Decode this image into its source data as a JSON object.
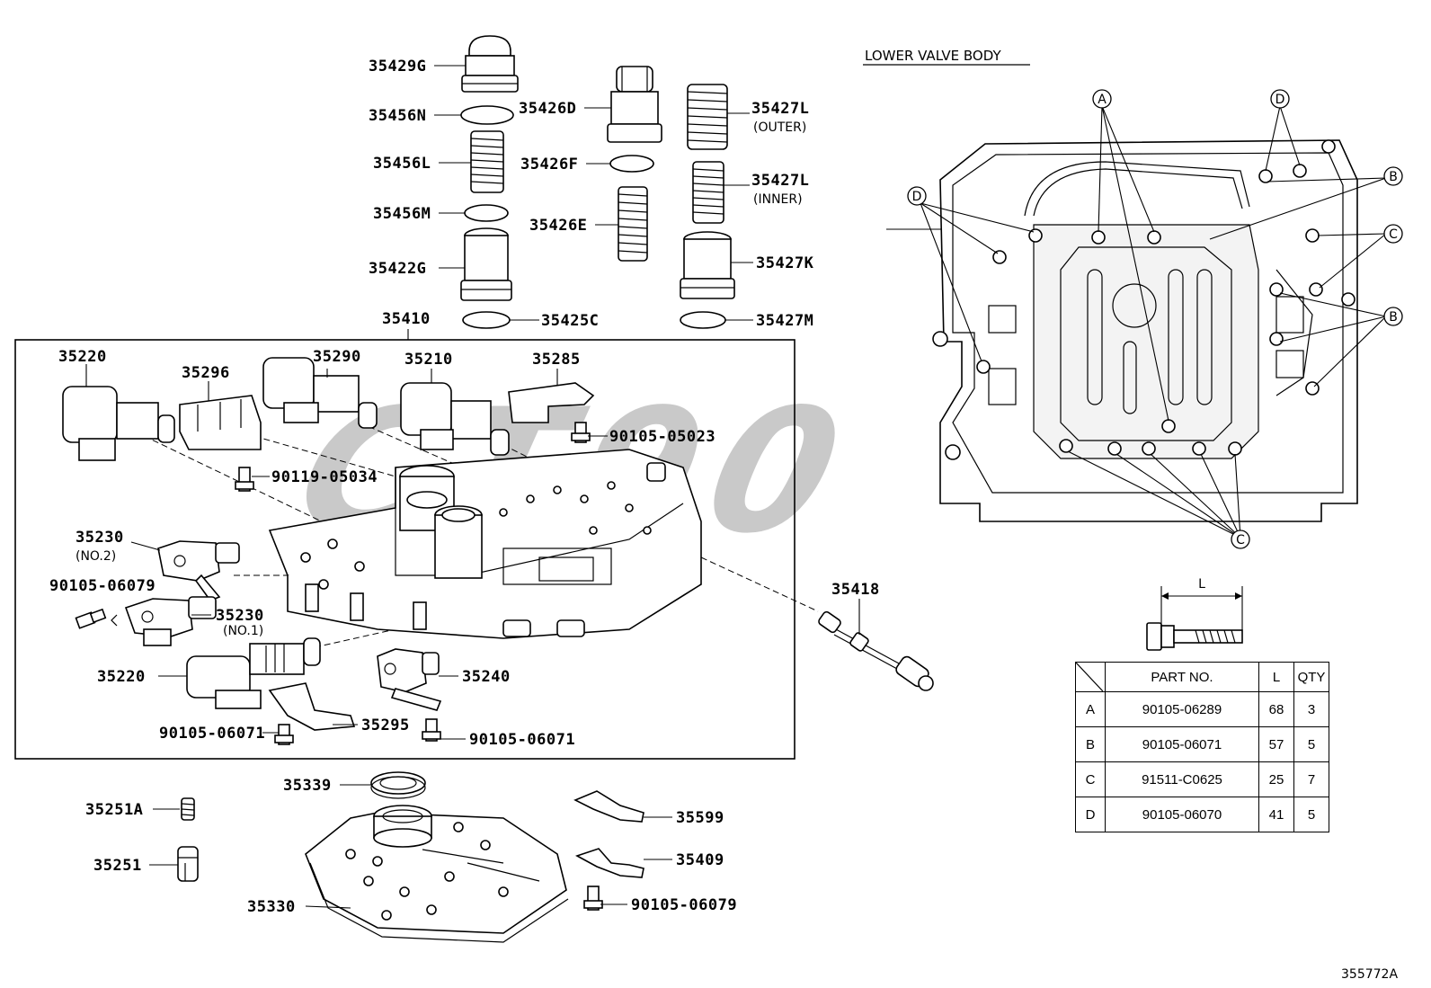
{
  "section_title": "LOWER VALVE BODY",
  "figure_code": "355772A",
  "watermark": "CT90",
  "callouts": {
    "p35429G": "35429G",
    "p35456N": "35456N",
    "p35456L": "35456L",
    "p35456M": "35456M",
    "p35422G": "35422G",
    "p35426D": "35426D",
    "p35426F": "35426F",
    "p35426E": "35426E",
    "p35427L_outer": "35427L",
    "p35427L_outer_note": "(OUTER)",
    "p35427L_inner": "35427L",
    "p35427L_inner_note": "(INNER)",
    "p35427K": "35427K",
    "p35425C": "35425C",
    "p35427M": "35427M",
    "p35410": "35410",
    "p35220_top": "35220",
    "p35296": "35296",
    "p35290": "35290",
    "p35210": "35210",
    "p35285": "35285",
    "p90105_05023": "90105-05023",
    "p90119_05034": "90119-05034",
    "p35230_no2": "35230",
    "p35230_no2_note": "(NO.2)",
    "p90105_06079_a": "90105-06079",
    "p35230_no1": "35230",
    "p35230_no1_note": "(NO.1)",
    "p35220_bottom": "35220",
    "p35240": "35240",
    "p90105_06071_a": "90105-06071",
    "p35295": "35295",
    "p90105_06071_b": "90105-06071",
    "p35418": "35418",
    "p35339": "35339",
    "p35251A": "35251A",
    "p35251": "35251",
    "p35330": "35330",
    "p35599": "35599",
    "p35409": "35409",
    "p90105_06079_b": "90105-06079"
  },
  "bolt_keys": {
    "a": "A",
    "b": "B",
    "c": "C",
    "d": "D"
  },
  "dimension_label": "L",
  "bolt_table": {
    "headers": [
      "PART NO.",
      "L",
      "QTY"
    ],
    "rows": [
      {
        "key": "A",
        "part": "90105-06289",
        "l": "68",
        "qty": "3"
      },
      {
        "key": "B",
        "part": "90105-06071",
        "l": "57",
        "qty": "5"
      },
      {
        "key": "C",
        "part": "91511-C0625",
        "l": "25",
        "qty": "7"
      },
      {
        "key": "D",
        "part": "90105-06070",
        "l": "41",
        "qty": "5"
      }
    ]
  }
}
